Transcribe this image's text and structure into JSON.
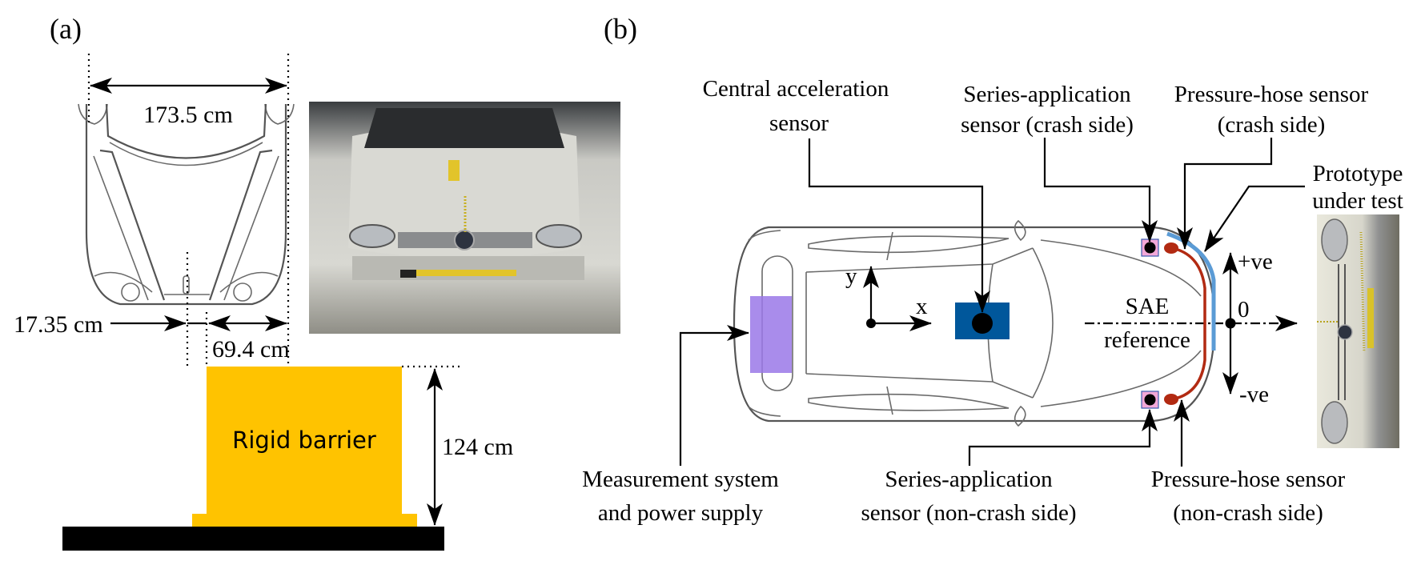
{
  "panel_a": {
    "label": "(a)",
    "dims": {
      "width_total": "173.5 cm",
      "offset_center": "17.35 cm",
      "barrier_width": "69.4 cm",
      "barrier_height": "124 cm"
    },
    "barrier_label": "Rigid barrier",
    "photo_desc": "Front view photo of test vehicle with target markers",
    "colors": {
      "barrier": "#FFC300",
      "ground": "#000000"
    }
  },
  "panel_b": {
    "label": "(b)",
    "labels": {
      "central_sensor": [
        "Central acceleration",
        "sensor"
      ],
      "series_crash": [
        "Series-application",
        "sensor (crash side)"
      ],
      "hose_crash": [
        "Pressure-hose sensor",
        "(crash side)"
      ],
      "prototype": [
        "Prototype",
        "under test"
      ],
      "measurement": [
        "Measurement system",
        "and power supply"
      ],
      "series_noncrash": [
        "Series-application",
        "sensor (non-crash side)"
      ],
      "hose_noncrash": [
        "Pressure-hose sensor",
        "(non-crash side)"
      ]
    },
    "axes": {
      "x": "x",
      "y": "y"
    },
    "sae": [
      "SAE",
      "reference"
    ],
    "scale": {
      "pos": "+ve",
      "zero": "0",
      "neg": "-ve"
    },
    "photo_desc": "Rotated photo of vehicle front bumper",
    "colors": {
      "central_box": "#00579B",
      "measurement_box": "#9A78E8",
      "sensor_box": "#F3A8D8",
      "sensor_border": "#3A5BB0",
      "hose": "#B22A12",
      "prototype": "#5B9BD5"
    }
  }
}
